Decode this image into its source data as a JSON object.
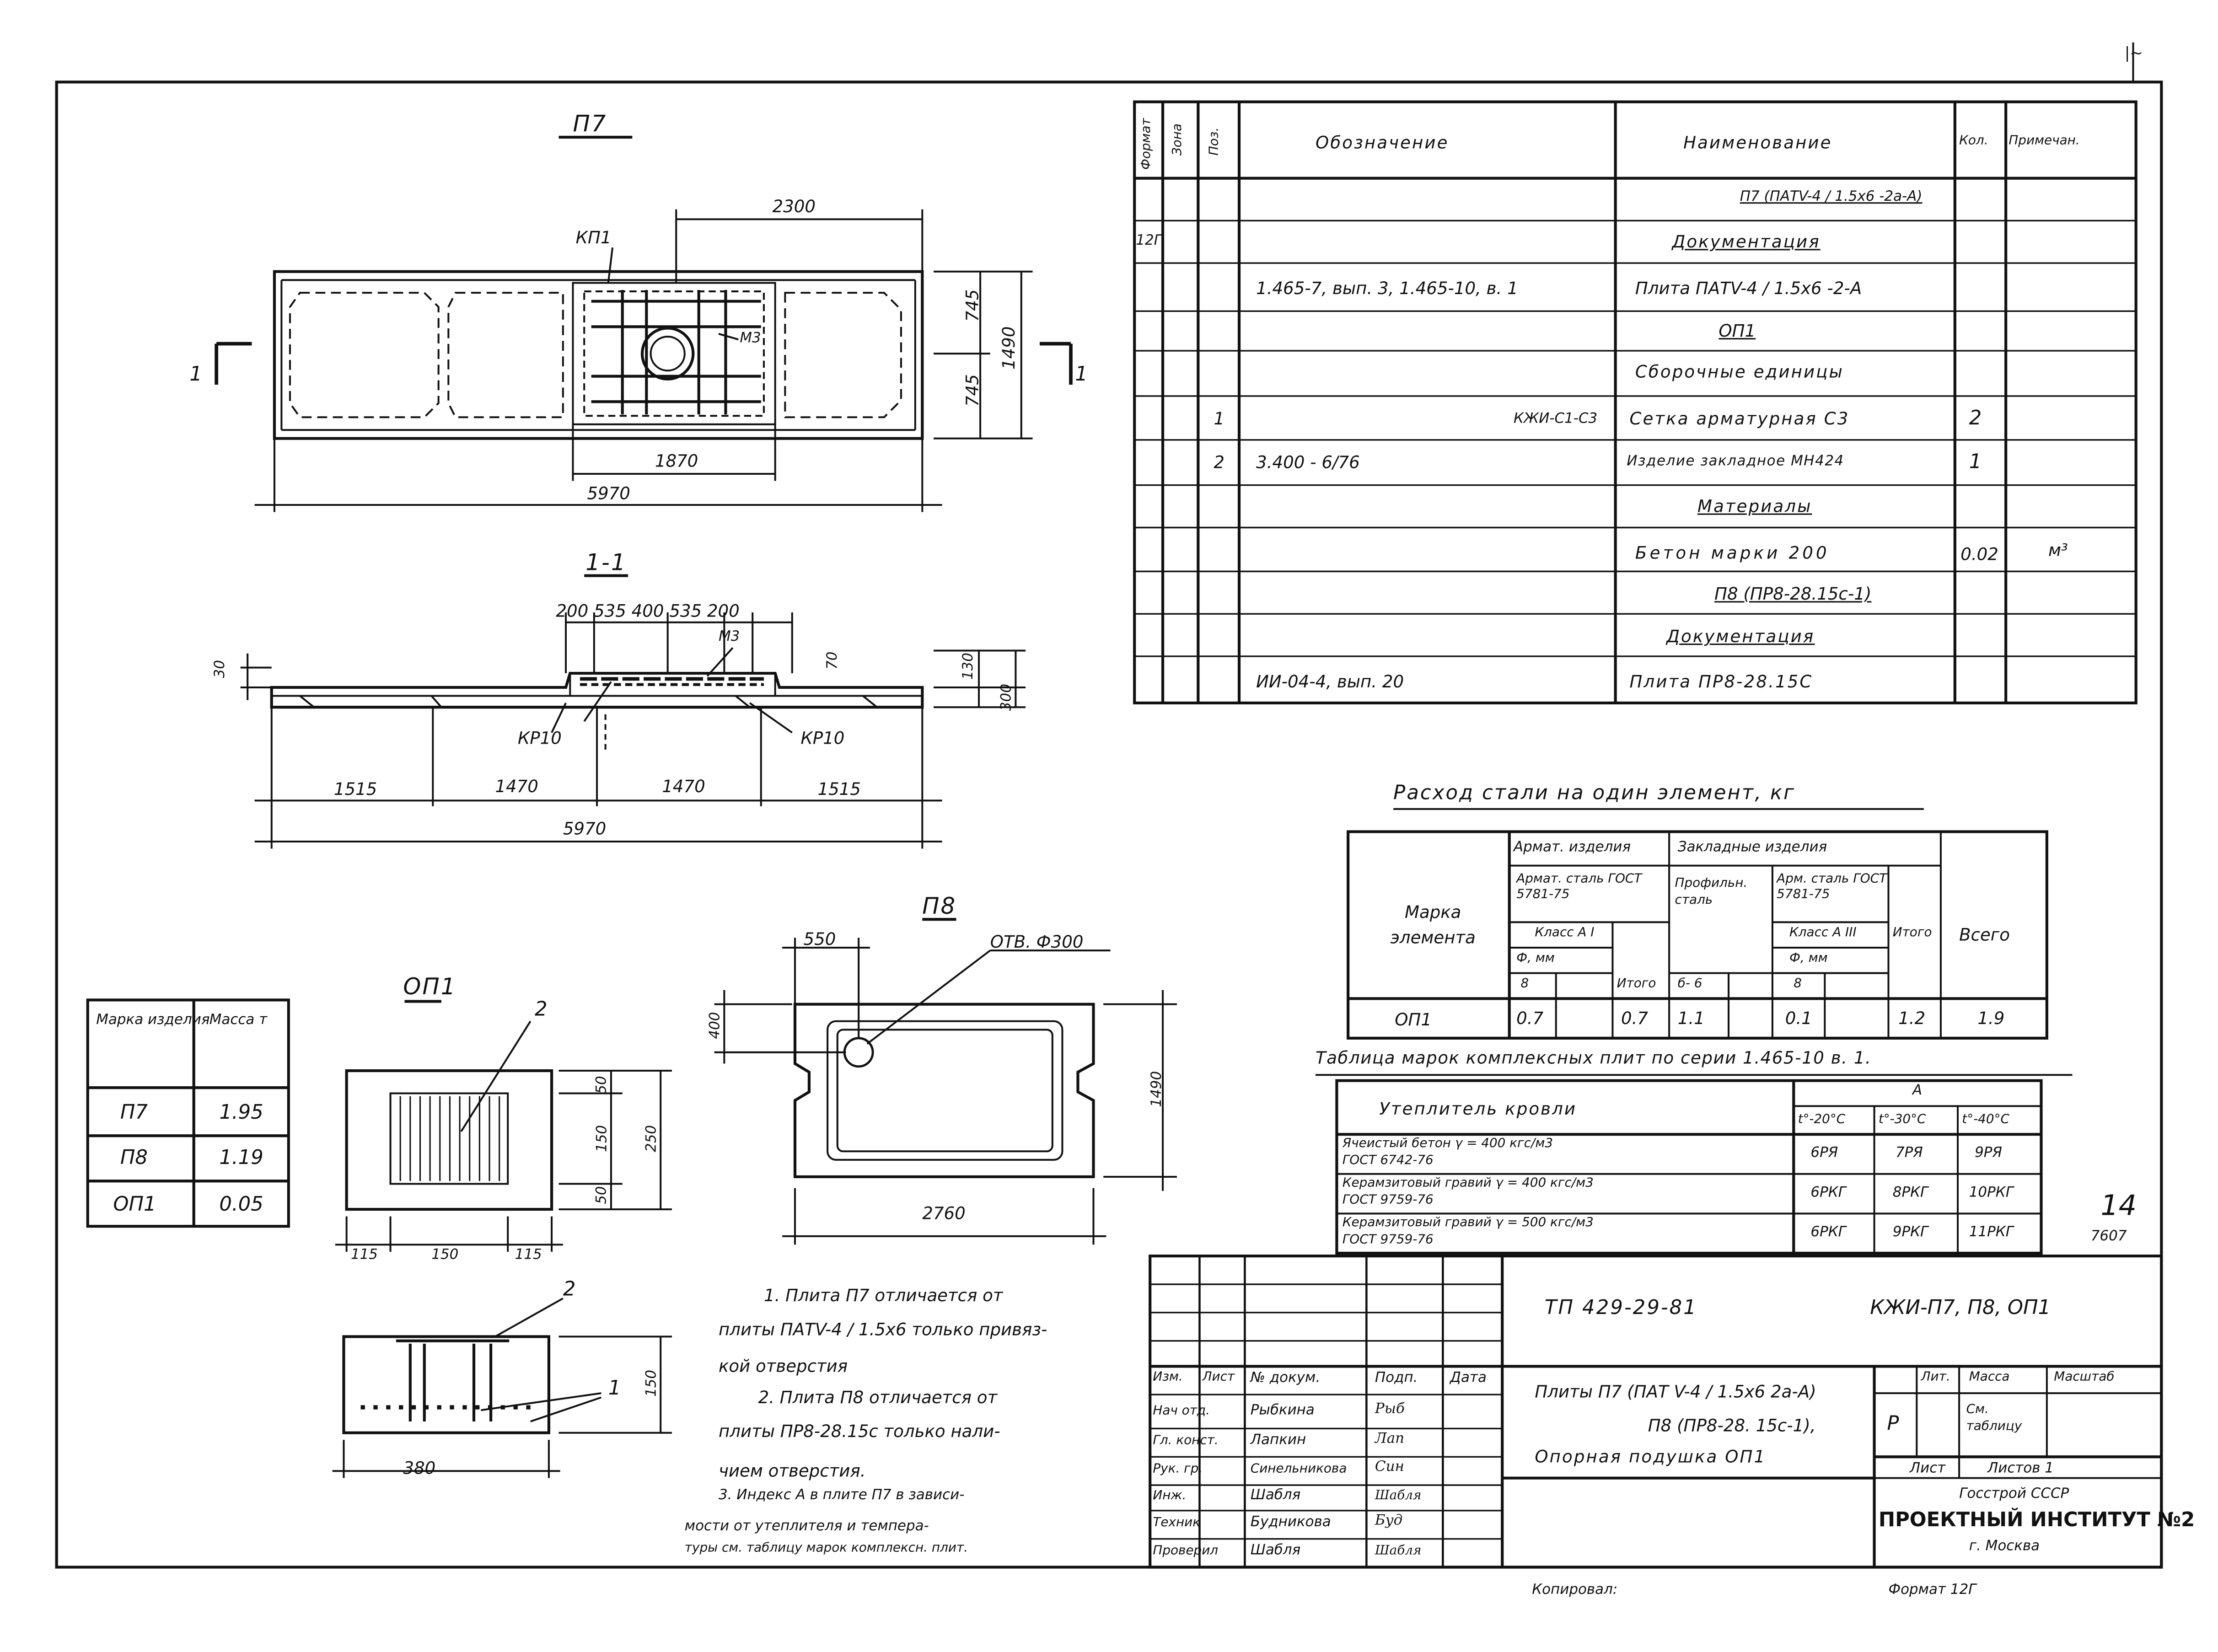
{
  "corner_mark": "|~",
  "views": {
    "p7": {
      "title": "П7",
      "kp1": "КП1",
      "m3": "М3",
      "d_2300": "2300",
      "d_745a": "745",
      "d_745b": "745",
      "d_1490": "1490",
      "d_1870": "1870",
      "d_5970": "5970",
      "cut_left": "1",
      "cut_right": "1"
    },
    "sect11": {
      "title": "1-1",
      "d_top": "200 535 400 535 200",
      "m3": "М3",
      "d_30": "30",
      "d_70": "70",
      "d_130": "130",
      "d_300": "300",
      "kp10_left": "КР10",
      "kp10_right": "КР10",
      "d_1515a": "1515",
      "d_1470a": "1470",
      "d_1470b": "1470",
      "d_1515b": "1515",
      "d_5970": "5970"
    },
    "op1": {
      "title": "ОП1",
      "callout_2": "2",
      "d_50a": "50",
      "d_150": "150",
      "d_50b": "50",
      "d_250": "250",
      "d_115a": "115",
      "d_150b": "150",
      "d_115b": "115",
      "sec_callout_2": "2",
      "sec_callout_1": "1",
      "sec_d_150": "150",
      "sec_d_380": "380"
    },
    "p8": {
      "title": "П8",
      "d_550": "550",
      "hole": "ОТВ. Ф300",
      "d_400": "400",
      "d_1490": "1490",
      "d_2760": "2760"
    }
  },
  "spec": {
    "headers": {
      "format": "Формат",
      "zone": "Зона",
      "pos": "Поз.",
      "designation": "Обозначение",
      "name": "Наименование",
      "qty": "Кол.",
      "note": "Примечан."
    },
    "rows": [
      {
        "format": "",
        "pos": "",
        "designation": "",
        "name": "П7 (ПАТV-4 / 1.5x6 -2а-А)",
        "qty": "",
        "note": "",
        "underline": true
      },
      {
        "format": "12Г",
        "pos": "",
        "designation": "",
        "name": "Документация",
        "qty": "",
        "note": "",
        "underline": true
      },
      {
        "format": "",
        "pos": "",
        "designation": "1.465-7, вып. 3, 1.465-10, в. 1",
        "name": "Плита ПАТV-4 / 1.5x6 -2-А",
        "qty": "",
        "note": ""
      },
      {
        "format": "",
        "pos": "",
        "designation": "",
        "name": "ОП1",
        "qty": "",
        "note": "",
        "underline": true
      },
      {
        "format": "",
        "pos": "",
        "designation": "",
        "name": "Сборочные единицы",
        "qty": "",
        "note": "",
        "underline": true
      },
      {
        "format": "",
        "pos": "1",
        "designation": "КЖИ-С1-С3",
        "name": "Сетка арматурная С3",
        "qty": "2",
        "note": ""
      },
      {
        "format": "",
        "pos": "2",
        "designation": "3.400 - 6/76",
        "name": "Изделие закладное МН424",
        "qty": "1",
        "note": ""
      },
      {
        "format": "",
        "pos": "",
        "designation": "",
        "name": "Материалы",
        "qty": "",
        "note": "",
        "underline": true
      },
      {
        "format": "",
        "pos": "",
        "designation": "",
        "name": "Бетон марки 200",
        "qty": "0.02",
        "note": "м³"
      },
      {
        "format": "",
        "pos": "",
        "designation": "",
        "name": "П8 (ПР8-28.15с-1)",
        "qty": "",
        "note": "",
        "underline": true
      },
      {
        "format": "",
        "pos": "",
        "designation": "",
        "name": "Документация",
        "qty": "",
        "note": "",
        "underline": true
      },
      {
        "format": "",
        "pos": "",
        "designation": "ИИ-04-4, вып. 20",
        "name": "Плита ПР8-28.15С",
        "qty": "",
        "note": ""
      }
    ]
  },
  "steel": {
    "title": "Расход стали на один элемент, кг",
    "h_mark": "Марка элемента",
    "h_armat": "Армат. изделия",
    "h_zakl": "Закладные изделия",
    "h_armstal": "Армат. сталь ГОСТ 5781-75",
    "h_prof": "Профильн. сталь",
    "h_armstal2": "Арм. сталь ГОСТ 5781-75",
    "h_klassA1": "Класс А I",
    "h_klassA3": "Класс А III",
    "h_dmm": "Ф, мм",
    "h_dmm2": "Ф, мм",
    "h_8": "8",
    "h_itogo": "Итого",
    "h_d6": "б- 6",
    "h_8b": "8",
    "h_itogo2": "Итого",
    "h_vsego": "Всего",
    "row": {
      "mark": "ОП1",
      "v1": "0.7",
      "v2": "0.7",
      "v3": "1.1",
      "v4": "0.1",
      "v5": "1.2",
      "v6": "1.9"
    }
  },
  "grades": {
    "title": "Таблица марок комплексных плит по серии 1.465-10 в. 1.",
    "h_insul": "Утеплитель кровли",
    "h_a": "А",
    "h_t20": "t°-20°С",
    "h_t30": "t°-30°С",
    "h_t40": "t°-40°С",
    "rows": [
      {
        "a": "Ячеистый бетон γ = 400 кгс/м3",
        "b": "ГОСТ 6742-76",
        "c1": "6РЯ",
        "c2": "7РЯ",
        "c3": "9РЯ"
      },
      {
        "a": "Керамзитовый гравий γ = 400 кгс/м3",
        "b": "ГОСТ 9759-76",
        "c1": "6РКГ",
        "c2": "8РКГ",
        "c3": "10РКГ"
      },
      {
        "a": "Керамзитовый гравий γ = 500 кгс/м3",
        "b": "ГОСТ 9759-76",
        "c1": "6РКГ",
        "c2": "9РКГ",
        "c3": "11РКГ"
      }
    ]
  },
  "mass": {
    "h_mark": "Марка изделия",
    "h_mass": "Масса т",
    "rows": [
      {
        "m": "П7",
        "v": "1.95"
      },
      {
        "m": "П8",
        "v": "1.19"
      },
      {
        "m": "ОП1",
        "v": "0.05"
      }
    ]
  },
  "notes": [
    "1. Плита П7 отличается от",
    "плиты ПАТV-4 / 1.5x6 только привяз-",
    "кой отверстия",
    "2. Плита П8 отличается от",
    "плиты ПР8-28.15с только нали-",
    "чием отверстия.",
    "3. Индекс А в плите П7 в зависи-",
    "мости от утеплителя и темпера-",
    "туры см. таблицу марок комплексн. плит."
  ],
  "title_block": {
    "code": "ТП 429-29-81",
    "mark": "КЖИ-П7, П8, ОП1",
    "t1": "Плиты П7 (ПАТ V-4 / 1.5x6 2а-А)",
    "t2": "П8 (ПР8-28. 15с-1),",
    "t3": "Опорная подушка ОП1",
    "lit": "Лит.",
    "massa": "Масса",
    "masshtab": "Масштаб",
    "lit_val": "Р",
    "massa_val": "См. таблицу",
    "list": "Лист",
    "listov": "Листов 1",
    "org1": "Госстрой СССР",
    "org2": "ПРОЕКТНЫЙ ИНСТИТУТ №2",
    "org3": "г. Москва",
    "h_izm": "Изм.",
    "h_list": "Лист",
    "h_doc": "№ докум.",
    "h_podp": "Подп.",
    "h_data": "Дата",
    "people": [
      {
        "role": "Нач отд.",
        "name": "Рыбкина",
        "sign": "Рыб"
      },
      {
        "role": "Гл. конст.",
        "name": "Лапкин",
        "sign": "Лап"
      },
      {
        "role": "Рук. гр.",
        "name": "Синельникова",
        "sign": "Син"
      },
      {
        "role": "Инж.",
        "name": "Шабля",
        "sign": "Шабля"
      },
      {
        "role": "Техник",
        "name": "Будникова",
        "sign": "Буд"
      },
      {
        "role": "Проверил",
        "name": "Шабля",
        "sign": "Шабля"
      }
    ]
  },
  "side": {
    "num14": "14",
    "num7607": "7607"
  },
  "footer": {
    "kopiroval": "Копировал:",
    "format": "Формат 12Г"
  }
}
